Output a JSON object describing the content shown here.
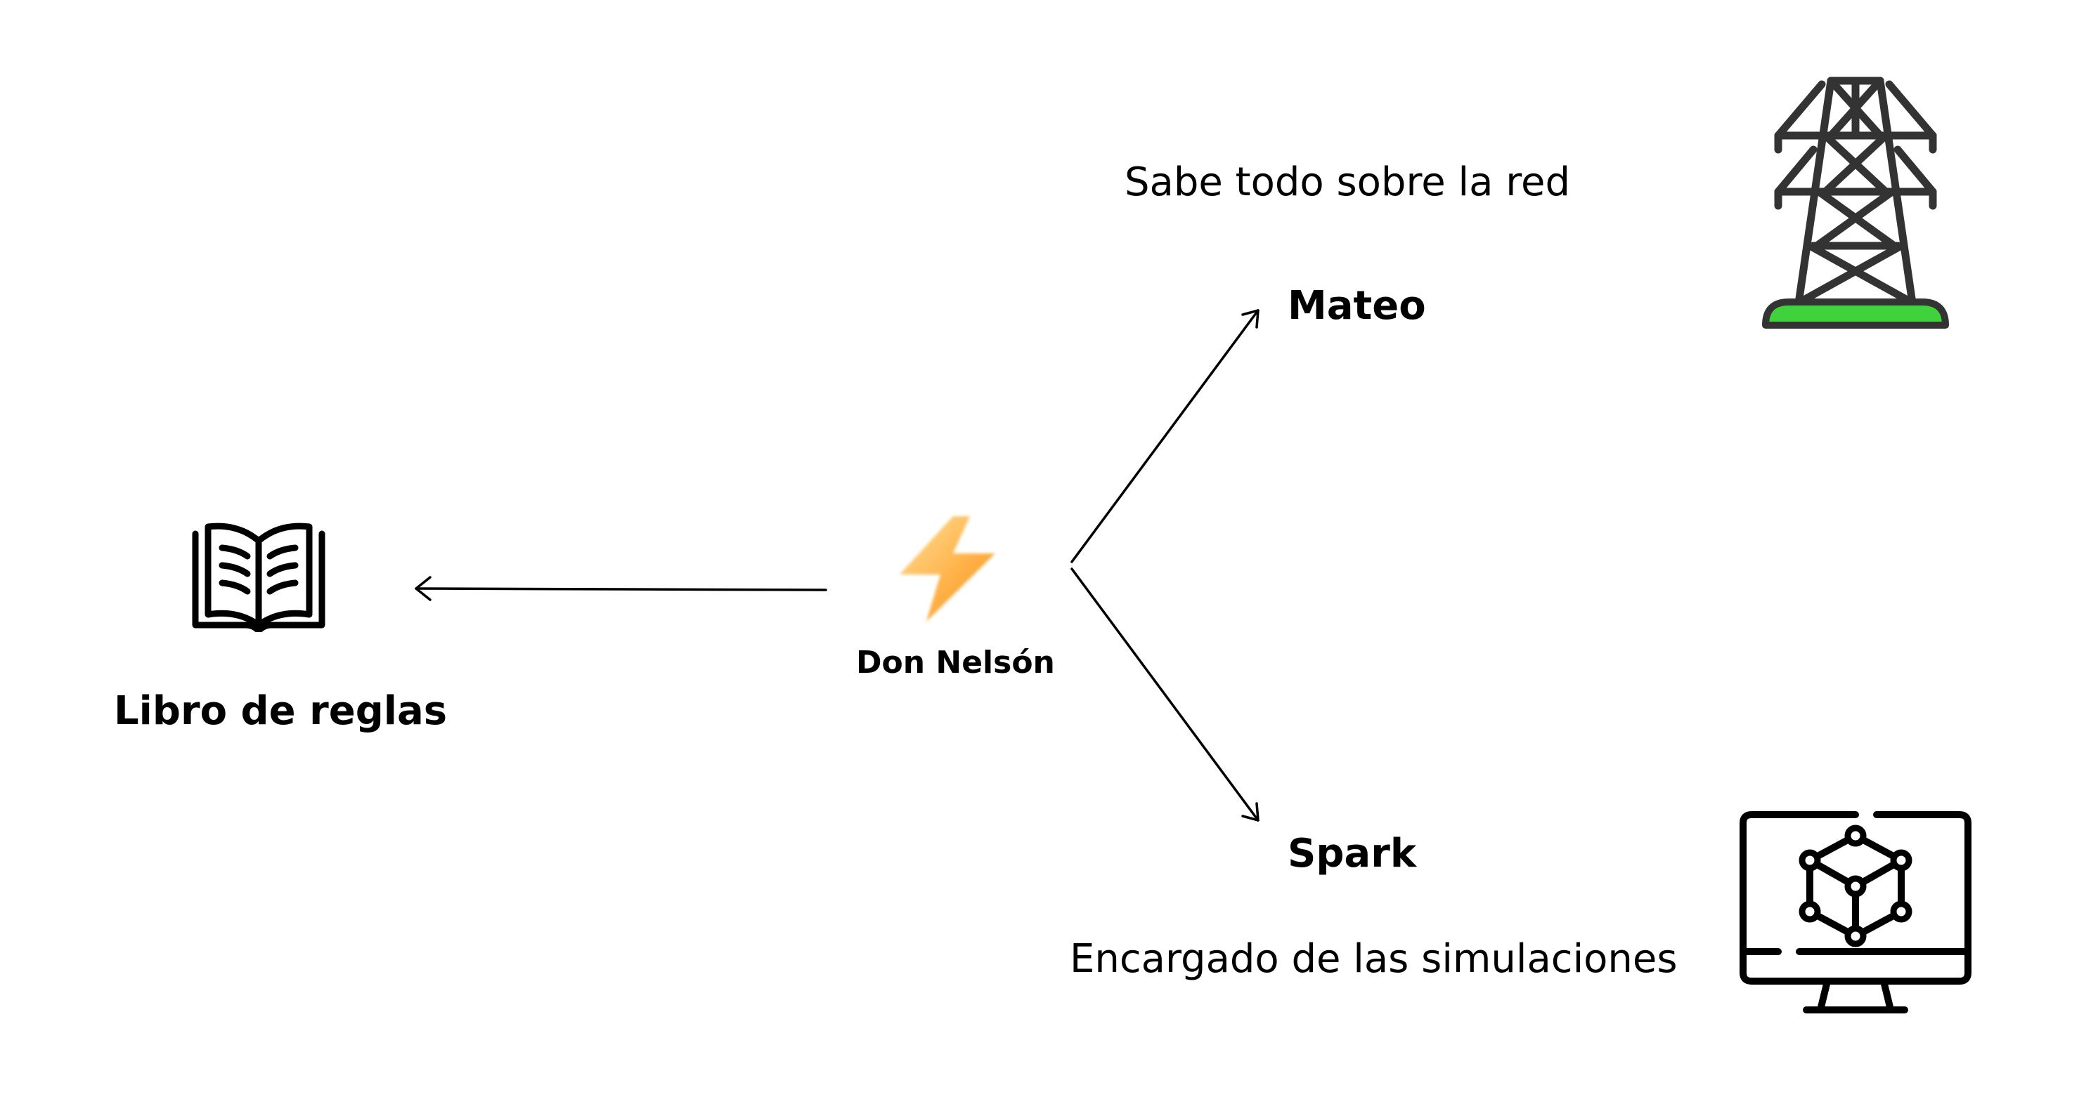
{
  "nodes": {
    "book": {
      "label": "Libro de reglas",
      "icon": "open-book-icon"
    },
    "nelson": {
      "label": "Don Nelsón",
      "icon": "lightning-bolt-icon"
    },
    "mateo": {
      "label": "Mateo",
      "description": "Sabe todo sobre la red",
      "icon": "power-tower-icon"
    },
    "spark": {
      "label": "Spark",
      "description": "Encargado de las simulaciones",
      "icon": "monitor-cube-icon"
    }
  },
  "colors": {
    "text": "#000000",
    "tower_stroke": "#333333",
    "tower_base": "#3fd23a",
    "bolt_light": "#ffd27a",
    "bolt_dark": "#f59a1c"
  }
}
